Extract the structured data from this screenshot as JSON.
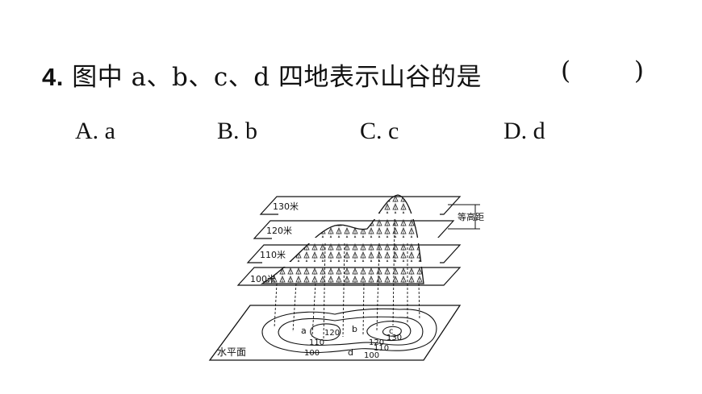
{
  "question": {
    "number": "4.",
    "text": "图中 a、b、c、d 四地表示山谷的是",
    "paren": "(        )"
  },
  "options": [
    {
      "letter": "A.",
      "value": "a"
    },
    {
      "letter": "B.",
      "value": "b"
    },
    {
      "letter": "C.",
      "value": "c"
    },
    {
      "letter": "D.",
      "value": "d"
    }
  ],
  "figure": {
    "plane_labels": [
      "130米",
      "120米",
      "110米",
      "100米"
    ],
    "contour_interval_label": "等高距",
    "ground_label": "水平面",
    "map_points": [
      "a",
      "b",
      "c",
      "d"
    ],
    "contour_values": [
      "100",
      "110",
      "120",
      "130"
    ]
  }
}
